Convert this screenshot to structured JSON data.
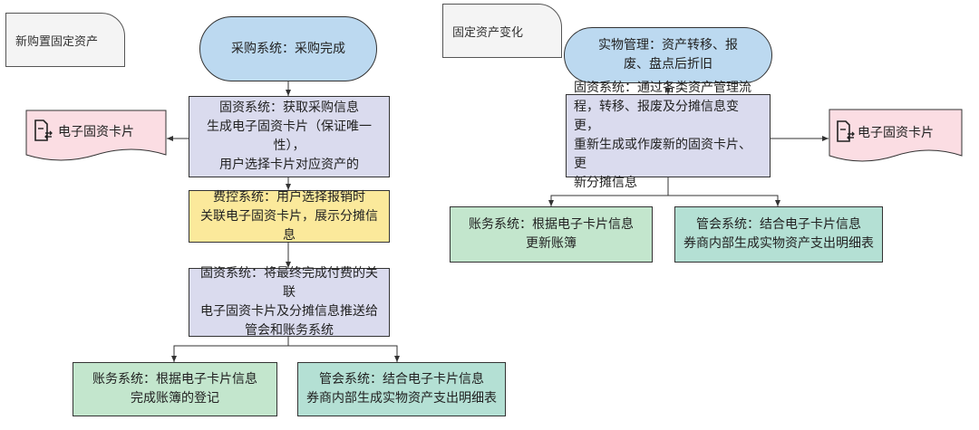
{
  "left_flow": {
    "tag": "新购置固定资产",
    "start": "采购系统：采购完成",
    "step1": "固资系统：获取采购信息\n生成电子固资卡片（保证唯一性），\n用户选择卡片对应资产的",
    "step2": "费控系统：用户选择报销时\n关联电子固资卡片，展示分摊信息",
    "step3": "固资系统：将最终完成付费的关联\n电子固资卡片及分摊信息推送给\n管会和账务系统",
    "out_accounting": "账务系统：根据电子卡片信息\n完成账簿的登记",
    "out_management": "管会系统：结合电子卡片信息\n券商内部生成实物资产支出明细表",
    "doc": "电子固资卡片"
  },
  "right_flow": {
    "tag": "固定资产变化",
    "start": "实物管理：资产转移、报\n废、盘点后折旧",
    "step1": "固资系统：通过各类资产管理流\n程，转移、报废及分摊信息变更，\n重新生成或作废新的固资卡片、更\n新分摊信息",
    "out_accounting": "账务系统：根据电子卡片信息\n更新账簿",
    "out_management": "管会系统：结合电子卡片信息\n券商内部生成实物资产支出明细表",
    "doc": "电子固资卡片"
  },
  "colors": {
    "terminal": "#bcd9f0",
    "process": "#dadbee",
    "expense": "#fbe99b",
    "accounting": "#c3e6cd",
    "management": "#b4e0d4",
    "document": "#fbdde3"
  }
}
